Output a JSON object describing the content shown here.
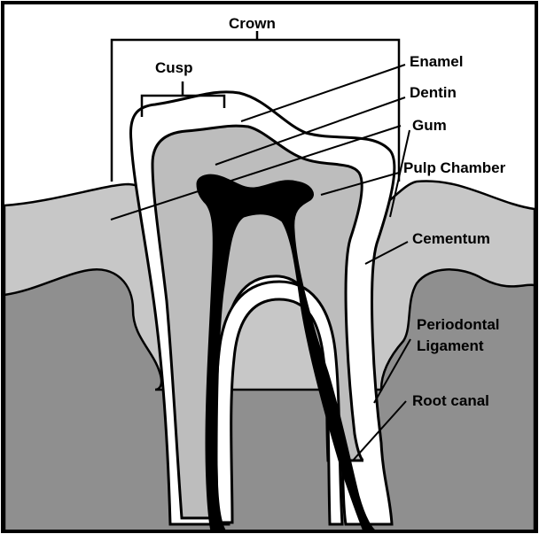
{
  "labels": {
    "crown": "Crown",
    "cusp": "Cusp",
    "enamel": "Enamel",
    "dentin": "Dentin",
    "gum": "Gum",
    "pulp_chamber": "Pulp Chamber",
    "cementum": "Cementum",
    "periodontal_1": "Periodontal",
    "periodontal_2": "Ligament",
    "root_canal": "Root canal"
  },
  "colors": {
    "border": "#000000",
    "background": "#ffffff",
    "gum": "#c7c7c7",
    "bone": "#8f8f8f",
    "enamel": "#ffffff",
    "dentin": "#bdbdbd",
    "pulp": "#000000"
  }
}
